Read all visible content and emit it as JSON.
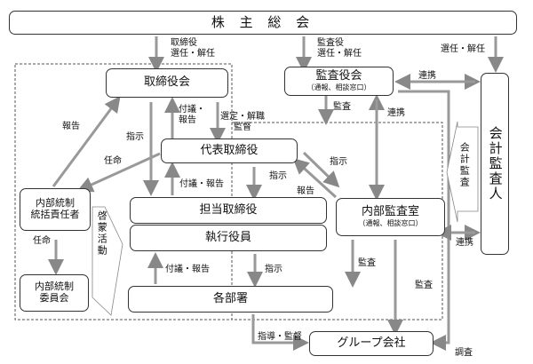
{
  "nodes": {
    "shareholders": "株 主 総 会",
    "board": "取締役会",
    "audit_board": "監査役会",
    "audit_board_sub": "（通報、相談窓口）",
    "rep_director": "代表取締役",
    "director_in_charge": "担当取締役",
    "exec_officers": "執行役員",
    "departments": "各部署",
    "internal_audit": "内部監査室",
    "internal_audit_sub": "（通報、相談窓口）",
    "ic_officer": "内部統制\n統括責任者",
    "ic_committee": "内部統制\n委員会",
    "group_companies": "グループ会社",
    "accounting_auditor": "会計監査人",
    "accounting_audit_callout": "会計監査",
    "awareness_callout": "啓蒙活動"
  },
  "labels": {
    "director_election": "取締役\n選任・解任",
    "auditor_election": "監査役\n選任・解任",
    "acc_election": "選任・解任",
    "cooperation_top": "連携",
    "audit_down": "監査",
    "cooperation_mid": "連携",
    "proposal_report_board": "付議・\n報告",
    "selection_dismissal": "選定・解職\n監督",
    "report_left": "報告",
    "instruction_left": "指示",
    "appointment": "任命",
    "proposal_report_rep": "付議・報告",
    "instruction_rep": "指示",
    "instruction_ia": "指示",
    "report_ia": "報告",
    "appointment_committee": "任命",
    "proposal_report_exec": "付議・報告",
    "instruction_exec": "指示",
    "audit_ia_dept": "監査",
    "audit_ia_group": "監査",
    "cooperation_ia_acc": "連携",
    "guidance_supervision": "指導・監督",
    "investigation": "調査"
  }
}
